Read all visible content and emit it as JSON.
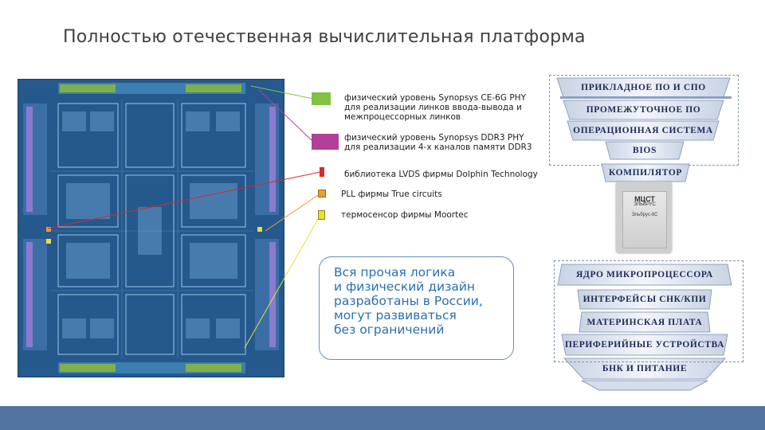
{
  "slide": {
    "title": "Полностью отечественная вычислительная платформа"
  },
  "legend": [
    {
      "text": "физический уровень Synopsys CE-6G PHY\nдля реализации линков ввода-вывода и\nмежпроцессорных линков",
      "color": "#7fc241",
      "icon": "green-block"
    },
    {
      "text": "физический уровень Synopsys DDR3 PHY\nдля реализации 4-х каналов памяти DDR3",
      "color": "#b0409a",
      "icon": "magenta-block"
    },
    {
      "text": "библиотека LVDS фирмы Dolphin Technology",
      "color": "#d42a2a",
      "icon": "red-block"
    },
    {
      "text": "PLL фирмы True circuits",
      "color": "#e8a030",
      "icon": "orange-block"
    },
    {
      "text": "термосенсор фирмы Moortec",
      "color": "#e8e030",
      "icon": "yellow-block"
    }
  ],
  "callout": {
    "text": "Вся прочая логика\nи физический дизайн\nразработаны в России,\nмогут развиваться\nбез ограничений"
  },
  "software_stack": [
    "ПРИКЛАДНОЕ ПО И СПО",
    "ПРОМЕЖУТОЧНОЕ ПО",
    "ОПЕРАЦИОННАЯ СИСТЕМА",
    "BIOS",
    "КОМПИЛЯТОР"
  ],
  "chip": {
    "brand": "МЦСТ",
    "sub": "ЭЛЬБРУС",
    "model": "Эльбрус-8С"
  },
  "hardware_stack": [
    "ЯДРО МИКРОПРОЦЕССОРА",
    "ИНТЕРФЕЙСЫ СНК/КПИ",
    "МАТЕРИНСКАЯ ПЛАТА",
    "ПЕРИФЕРИЙНЫЕ УСТРОЙСТВА",
    "БНК И ПИТАНИЕ"
  ]
}
